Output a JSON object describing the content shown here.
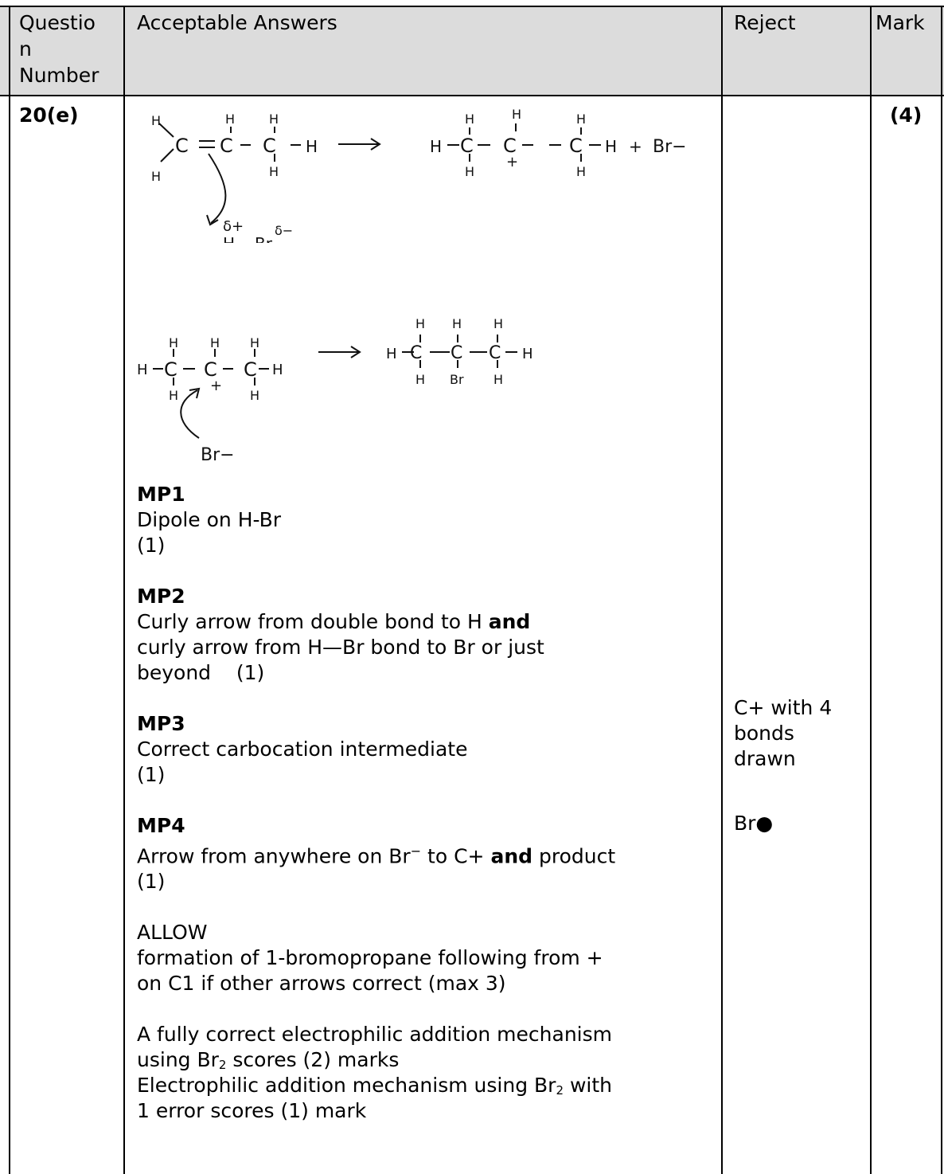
{
  "header": {
    "question_number": [
      "Questio",
      "n",
      "Number"
    ],
    "acceptable_answers": "Acceptable Answers",
    "reject": "Reject",
    "mark": "Mark"
  },
  "row": {
    "question": "20(e)",
    "mark": "(4)"
  },
  "diagram_step1": {
    "reactant_left": "H",
    "h_atom": "H",
    "c_atom": "C",
    "double_bond": "=",
    "single_bond": "−",
    "arrow": "→",
    "plus_charge": "+",
    "delta_plus": "δ+",
    "delta_minus": "δ−",
    "hbr_h": "H",
    "hbr_br": "Br",
    "bromide": "Br−",
    "plus_sign": "+"
  },
  "diagram_step2": {
    "bromide": "Br−",
    "br": "Br"
  },
  "answers": {
    "mp1_title": "MP1",
    "mp1_lines": [
      "Dipole on H-Br",
      "(1)"
    ],
    "mp2_title": "MP2",
    "mp2_line1_a": "Curly arrow from double bond to H ",
    "mp2_line1_b": "and",
    "mp2_line2": "curly arrow from H—Br bond to Br or just",
    "mp2_line3": "beyond    (1)",
    "mp3_title": "MP3",
    "mp3_lines": [
      "Correct carbocation intermediate",
      "(1)"
    ],
    "mp4_title": "MP4",
    "mp4_line1_a": "Arrow from anywhere on Br",
    "mp4_line1_sup": "−",
    "mp4_line1_b": " to C+ ",
    "mp4_line1_c": "and",
    "mp4_line1_d": " product",
    "mp4_line2": "(1)",
    "allow_title": "ALLOW",
    "allow_lines": [
      "formation of 1-bromopropane following from +",
      "on C1 if other arrows correct (max 3)"
    ],
    "br2_line1": "A fully correct electrophilic addition mechanism",
    "br2_line2_a": "using Br",
    "br2_line2_sub": "2",
    "br2_line2_b": " scores (2) marks",
    "br2_line3_a": "Electrophilic addition mechanism using Br",
    "br2_line3_sub": "2",
    "br2_line3_b": " with",
    "br2_line4": "1 error scores (1) mark"
  },
  "reject": {
    "lines": [
      "C+ with 4",
      "bonds",
      "drawn"
    ],
    "br_radical": "Br●"
  }
}
